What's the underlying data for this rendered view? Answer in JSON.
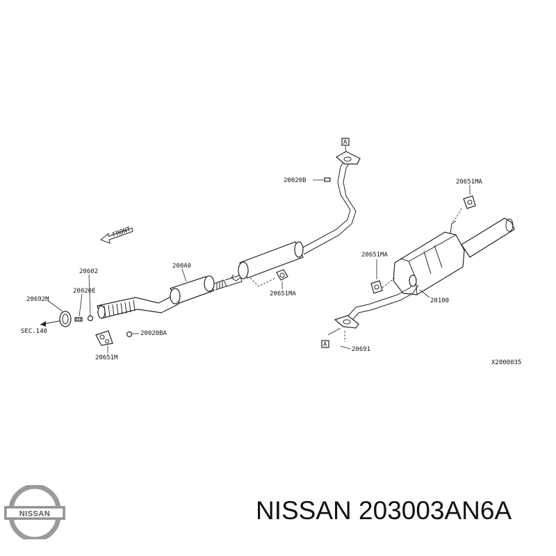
{
  "labels": {
    "front": "FRONT",
    "sec": "SEC.140",
    "p20692m": "20692M",
    "p20020e": "20020E",
    "p20602": "20602",
    "p200a0": "200A0",
    "p20020b": "20020B",
    "p20651ma_center": "20651MA",
    "p20651m": "20651M",
    "p20020ba": "20020BA",
    "p20651ma_top": "20651MA",
    "p20651ma_mid": "20651MA",
    "p20100": "20100",
    "p20691": "20691",
    "marker_a": "A",
    "figure_code": "X2000035"
  },
  "brand": {
    "logo_text": "NISSAN"
  },
  "caption": {
    "text": "NISSAN 203003AN6A"
  },
  "colors": {
    "ink": "#222222",
    "logo_silver": "#9a9a9a"
  }
}
